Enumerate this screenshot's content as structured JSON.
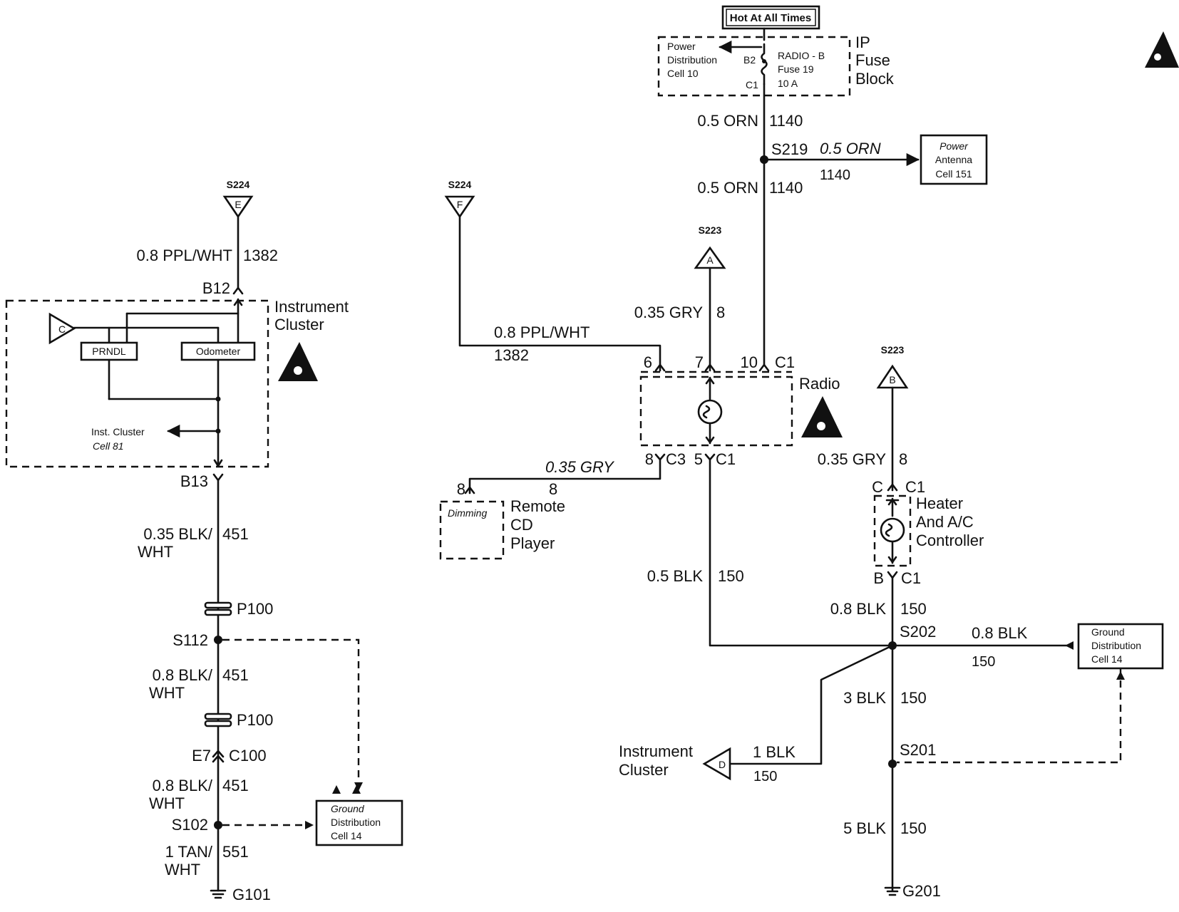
{
  "hot_box": "Hot At All Times",
  "fuse_block": {
    "title_lines": [
      "IP",
      "Fuse",
      "Block"
    ],
    "pd_lines": [
      "Power",
      "Distribution",
      "Cell 10"
    ],
    "b2": "B2",
    "c1": "C1",
    "fuse_lines": [
      "RADIO - B",
      "Fuse 19",
      "10 A"
    ]
  },
  "main_wire": {
    "top_gauge": "0.5 ORN",
    "top_circuit": "1140",
    "splice": "S219",
    "bottom_gauge": "0.5 ORN",
    "bottom_circuit": "1140",
    "branch_gauge": "0.5 ORN",
    "branch_circuit": "1140"
  },
  "power_antenna": [
    "Power",
    "Antenna",
    "Cell 151"
  ],
  "left": {
    "splice_label": "S224",
    "splice_letter": "E",
    "wire1_gauge": "0.8 PPL/WHT",
    "wire1_circuit": "1382",
    "b12": "B12",
    "cluster_title": [
      "Instrument",
      "Cluster"
    ],
    "c_letter": "C",
    "prndl": "PRNDL",
    "odometer": "Odometer",
    "inst_ref": [
      "Inst. Cluster",
      "Cell 81"
    ],
    "b13": "B13",
    "wire2_gauge": [
      "0.35 BLK/",
      "WHT"
    ],
    "wire2_circuit": "451",
    "p100_a": "P100",
    "s112": "S112",
    "wire3_gauge": [
      "0.8 BLK/",
      "WHT"
    ],
    "wire3_circuit": "451",
    "p100_b": "P100",
    "e7": "E7",
    "c100": "C100",
    "wire4_gauge": [
      "0.8 BLK/",
      "WHT"
    ],
    "wire4_circuit": "451",
    "s102": "S102",
    "wire5_gauge": [
      "1 TAN/",
      "WHT"
    ],
    "wire5_circuit": "551",
    "g101": "G101",
    "ground_ref": [
      "Ground",
      "Distribution",
      "Cell 14"
    ]
  },
  "radio": {
    "s224": "S224",
    "s224_letter": "F",
    "ppl_gauge": "0.8 PPL/WHT",
    "ppl_circuit": "1382",
    "s223": "S223",
    "s223_letter": "A",
    "gry_gauge": "0.35 GRY",
    "gry_circuit": "8",
    "pin6": "6",
    "pin7": "7",
    "pin10": "10",
    "conn_top": "C1",
    "title": "Radio",
    "pin8": "8",
    "c3": "C3",
    "pin5": "5",
    "c1_bottom": "C1",
    "gry2_gauge": "0.35 GRY",
    "gry2_circuit": "8",
    "cd_pin": "8",
    "cd_dimming": "Dimming",
    "cd_title": [
      "Remote",
      "CD",
      "Player"
    ],
    "blk_gauge": "0.5 BLK",
    "blk_circuit": "150"
  },
  "hvac": {
    "s223": "S223",
    "s223_letter": "B",
    "gry_gauge": "0.35 GRY",
    "gry_circuit": "8",
    "pin_c": "C",
    "c1_top": "C1",
    "title": [
      "Heater",
      "And A/C",
      "Controller"
    ],
    "pin_b": "B",
    "c1_bottom": "C1",
    "blk_gauge": "0.8 BLK",
    "blk_circuit": "150"
  },
  "ground_right": {
    "s202": "S202",
    "branch_gauge": "0.8 BLK",
    "branch_circuit": "150",
    "ground_ref": [
      "Ground",
      "Distribution",
      "Cell 14"
    ],
    "w3_gauge": "3 BLK",
    "w3_circuit": "150",
    "inst_title": [
      "Instrument",
      "Cluster"
    ],
    "inst_letter": "D",
    "w1_gauge": "1 BLK",
    "w1_circuit": "150",
    "s201": "S201",
    "w5_gauge": "5 BLK",
    "w5_circuit": "150",
    "g201": "G201"
  }
}
